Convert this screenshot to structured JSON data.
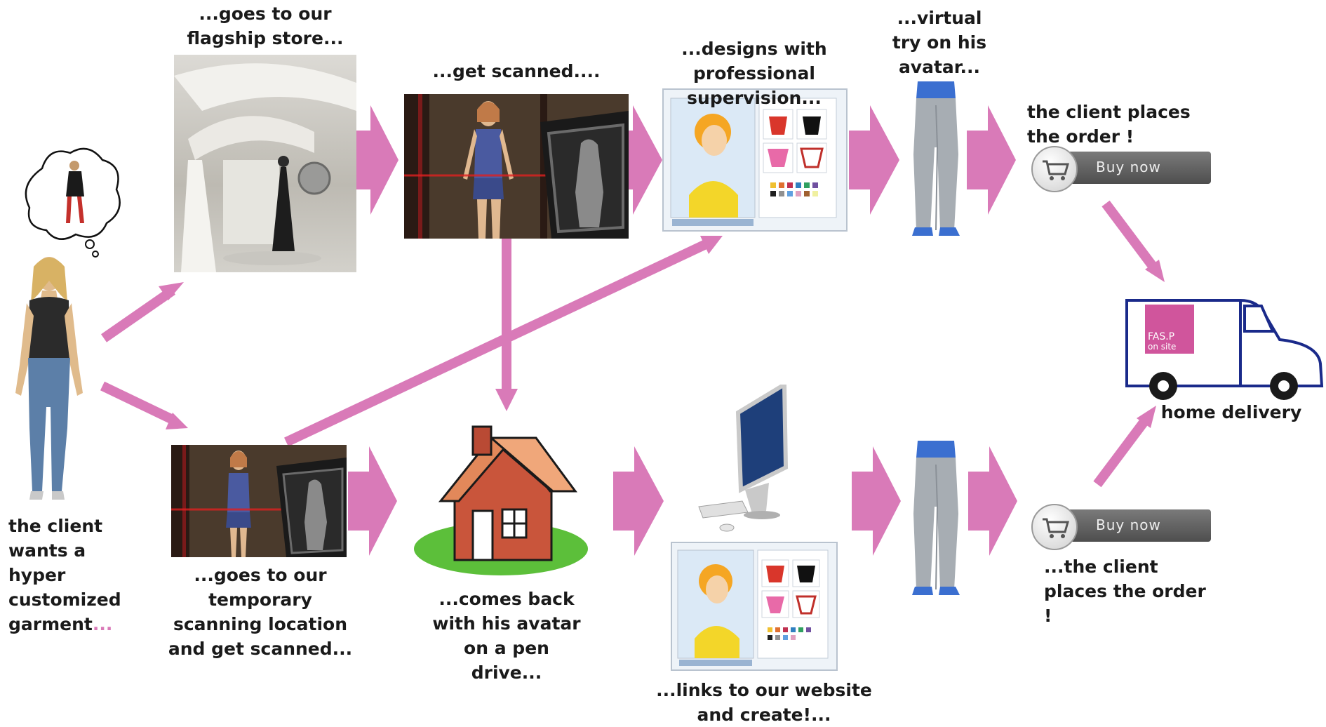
{
  "labels": {
    "flagship": "...goes to our flagship store...",
    "scanned": "...get scanned....",
    "designs": "...designs with professional supervision...",
    "virtual": "...virtual try on his avatar...",
    "places_top": "the client places the order !",
    "client": "the client wants a hyper customized garment",
    "client_dots": "...",
    "temporary": "...goes to our temporary scanning location and get scanned...",
    "comes_back": "...comes back with his avatar on a pen drive...",
    "links": "...links to our website and create!...",
    "places_bottom": "...the client places the order !",
    "delivery": "home delivery"
  },
  "buttons": {
    "buy_top": "Buy now",
    "buy_bottom": "Buy now"
  },
  "van": {
    "brand_line1": "FAS.P",
    "brand_line2": "on site"
  },
  "colors": {
    "arrow": "#d97ab8",
    "van_outline": "#1a2a8a",
    "van_logo": "#d0559c"
  }
}
